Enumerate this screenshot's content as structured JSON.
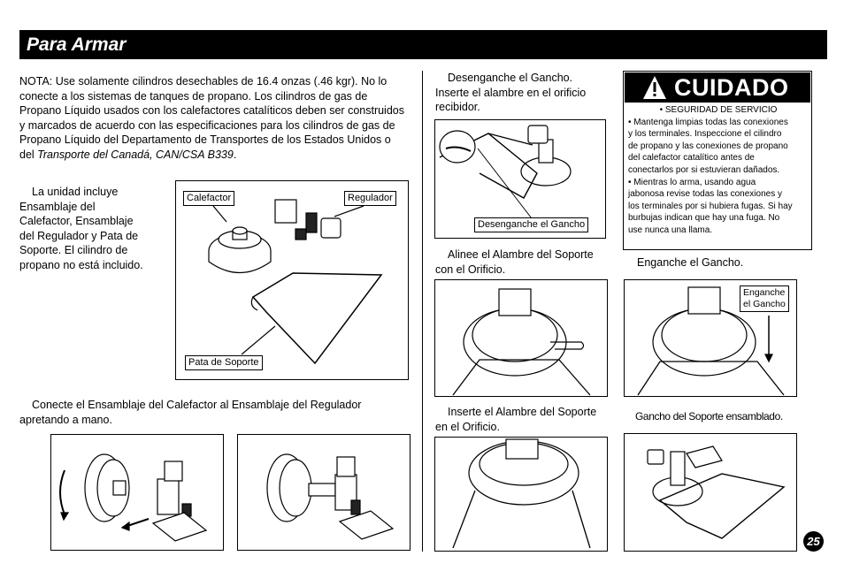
{
  "header": {
    "title": "Para Armar"
  },
  "note": {
    "lines": [
      "NOTA: Use solamente cilindros desechables de 16.4 onzas (.46 kgr). No lo",
      "conecte a los sistemas de tanques de propano. Los cilindros de gas de",
      "Propano Líquido usados con los calefactores catalíticos deben ser construidos",
      "y marcados de acuerdo con las especificaciones para los cilindros de gas de",
      "Propano Líquido del Departamento de Transportes de los Estados Unidos o"
    ],
    "last_prefix": "del ",
    "last_italic": "Transporte del Canadá, CAN/CSA B339",
    "last_suffix": "."
  },
  "unit_text": {
    "lines": [
      "La unidad incluye",
      "Ensamblaje del",
      "Calefactor,   Ensamblaje",
      "del Regulador y Pata de",
      "Soporte.  El cilindro de",
      "propano no está incluido."
    ]
  },
  "parts_labels": {
    "heater": "Calefactor",
    "regulator": "Regulador",
    "leg": "Pata de Soporte"
  },
  "connect_text": {
    "lines": [
      "Conecte el Ensamblaje del Calefactor al Ensamblaje del Regulador",
      "apretando a mano."
    ]
  },
  "step_unhook": {
    "lines": [
      "Desenganche el Gancho.",
      "Inserte el alambre en el orificio",
      "recibidor."
    ],
    "label": "Desenganche el Gancho"
  },
  "step_align": {
    "lines": [
      "Alinee el Alambre del Soporte",
      "con el Orificio."
    ]
  },
  "step_hook": {
    "text": "Enganche el Gancho.",
    "label_lines": [
      "Enganche",
      "el Gancho"
    ]
  },
  "step_insert": {
    "lines": [
      "Inserte el Alambre del Soporte",
      "en el Orificio."
    ]
  },
  "step_assembled": {
    "text": "Gancho del Soporte ensamblado."
  },
  "caution": {
    "title": "CUIDADO",
    "subtitle": "• SEGURIDAD DE SERVICIO",
    "lines": [
      "• Mantenga limpias todas las conexiones",
      "y los terminales. Inspeccione el cilindro",
      "de propano y las conexiones de propano",
      "del calefactor catalítico antes de",
      "conectarlos por si estuvieran dañados.",
      "• Mientras lo arma, usando agua",
      "jabonosa revise todas las conexiones y",
      "los terminales por si hubiera fugas. Si hay",
      "burbujas indican que hay una fuga. No",
      "use nunca una llama."
    ]
  },
  "page_number": "25"
}
